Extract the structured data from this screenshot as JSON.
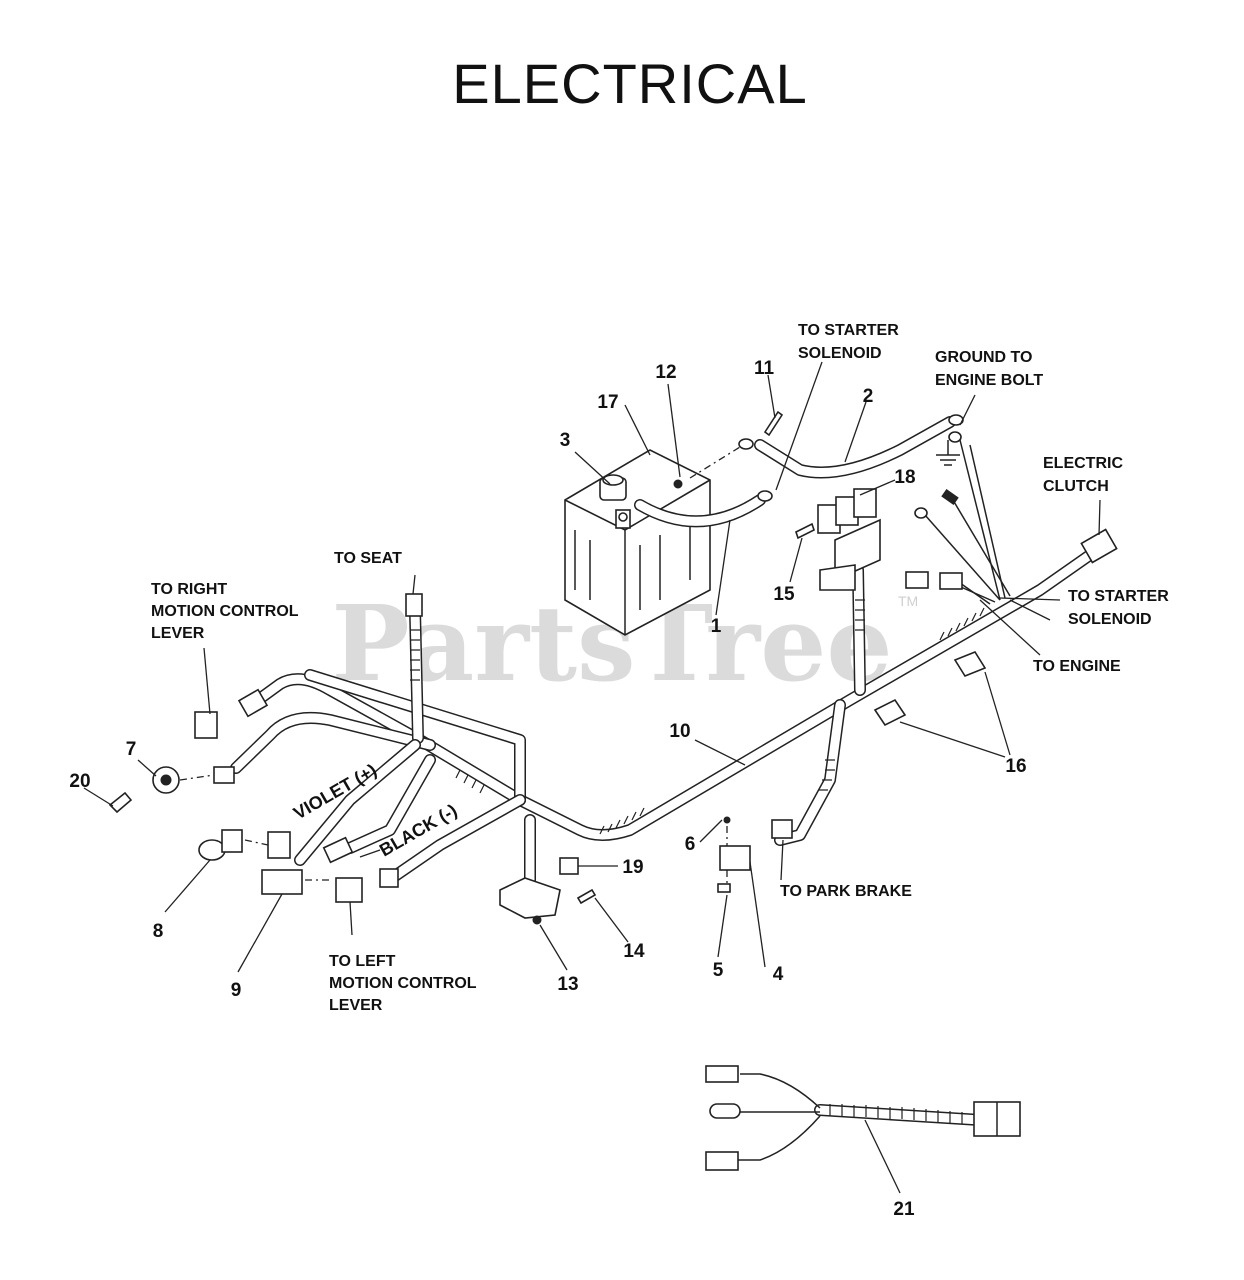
{
  "title": "ELECTRICAL",
  "watermark": {
    "text": "PartsTree",
    "tm": "TM"
  },
  "callouts": [
    {
      "id": "c1",
      "text": "1"
    },
    {
      "id": "c2",
      "text": "2"
    },
    {
      "id": "c3",
      "text": "3"
    },
    {
      "id": "c4",
      "text": "4"
    },
    {
      "id": "c5",
      "text": "5"
    },
    {
      "id": "c6",
      "text": "6"
    },
    {
      "id": "c7",
      "text": "7"
    },
    {
      "id": "c8",
      "text": "8"
    },
    {
      "id": "c9",
      "text": "9"
    },
    {
      "id": "c10",
      "text": "10"
    },
    {
      "id": "c11",
      "text": "11"
    },
    {
      "id": "c12",
      "text": "12"
    },
    {
      "id": "c13",
      "text": "13"
    },
    {
      "id": "c14",
      "text": "14"
    },
    {
      "id": "c15",
      "text": "15"
    },
    {
      "id": "c16",
      "text": "16"
    },
    {
      "id": "c17",
      "text": "17"
    },
    {
      "id": "c18",
      "text": "18"
    },
    {
      "id": "c19",
      "text": "19"
    },
    {
      "id": "c20",
      "text": "20"
    },
    {
      "id": "c21",
      "text": "21"
    }
  ],
  "labels": {
    "to_starter_solenoid_top": [
      "TO STARTER",
      "SOLENOID"
    ],
    "ground_to_engine_bolt": [
      "GROUND TO",
      "ENGINE BOLT"
    ],
    "electric_clutch": [
      "ELECTRIC",
      "CLUTCH"
    ],
    "to_starter_solenoid_right": [
      "TO STARTER",
      "SOLENOID"
    ],
    "to_engine": "TO ENGINE",
    "to_seat": "TO SEAT",
    "to_right_motion": [
      "TO RIGHT",
      "MOTION CONTROL",
      "LEVER"
    ],
    "to_left_motion": [
      "TO LEFT",
      "MOTION CONTROL",
      "LEVER"
    ],
    "to_park_brake": "TO PARK BRAKE",
    "violet": "VIOLET (+)",
    "black": "BLACK (-)"
  }
}
